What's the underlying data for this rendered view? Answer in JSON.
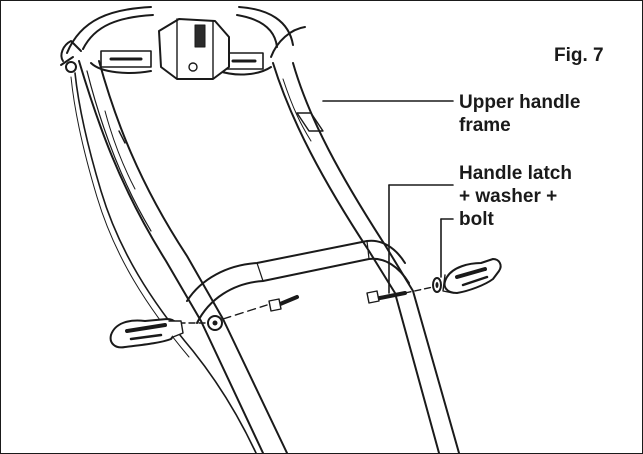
{
  "figure": {
    "label": "Fig. 7"
  },
  "callouts": {
    "upper_handle": {
      "line1": "Upper handle",
      "line2": "frame"
    },
    "latch": {
      "line1": "Handle latch",
      "line2": "+ washer +",
      "line3": "bolt"
    }
  },
  "colors": {
    "ink": "#1a1a1a",
    "background": "#ffffff",
    "tube_fill": "#ffffff",
    "grip": "#2b2b2b"
  }
}
